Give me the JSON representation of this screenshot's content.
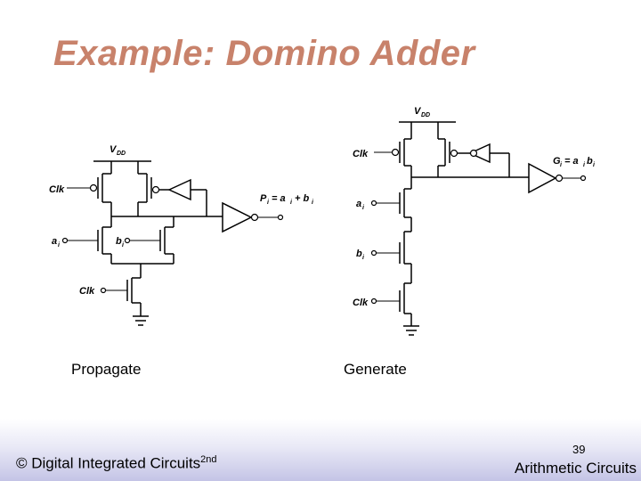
{
  "title": "Example: Domino Adder",
  "propagate": {
    "vdd": "V",
    "vdd_sub": "DD",
    "clk_top": "Clk",
    "a_label": "a",
    "a_sub": "i",
    "b_label": "b",
    "b_sub": "i",
    "clk_bottom": "Clk",
    "output_label": "P",
    "output_sub": "i",
    "output_expr": "= a",
    "output_expr_sub": "i",
    "output_expr2": "+ b",
    "output_expr2_sub": "i",
    "caption": "Propagate"
  },
  "generate": {
    "vdd": "V",
    "vdd_sub": "DD",
    "clk_top": "Clk",
    "a_label": "a",
    "a_sub": "i",
    "b_label": "b",
    "b_sub": "i",
    "clk_bottom": "Clk",
    "output_label": "G",
    "output_sub": "i",
    "output_expr": "= a",
    "output_expr_sub": "i",
    "output_expr2": "b",
    "output_expr2_sub": "i",
    "caption": "Generate"
  },
  "footer": {
    "copyright": "© Digital Integrated Circuits",
    "edition": "2nd",
    "page_number": "39",
    "section": "Arithmetic Circuits"
  },
  "colors": {
    "title": "#c8826b",
    "footer_gradient": "#c4c4e6"
  }
}
